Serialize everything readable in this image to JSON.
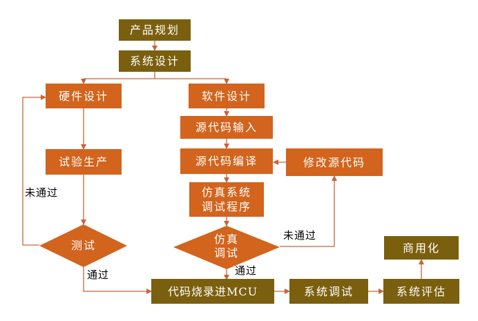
{
  "nodes": {
    "product_planning": "产品规划",
    "system_design": "系统设计",
    "hardware_design": "硬件设计",
    "software_design": "软件设计",
    "source_input": "源代码输入",
    "trial_production": "试验生产",
    "source_compile": "源代码编译",
    "modify_source": "修改源代码",
    "debug_program_line1": "仿真系统",
    "debug_program_line2": "调试程序",
    "test": "测试",
    "sim_debug_line1": "仿真",
    "sim_debug_line2": "调试",
    "burn_mcu": "代码烧录进MCU",
    "system_debug": "系统调试",
    "system_eval": "系统评估",
    "commercialize": "商用化"
  },
  "labels": {
    "hw_fail": "未通过",
    "hw_pass": "通过",
    "sw_fail": "未通过",
    "sw_pass": "通过"
  },
  "colors": {
    "olive": "#7a5f0e",
    "orange": "#d2641d",
    "line": "#c8643a"
  }
}
